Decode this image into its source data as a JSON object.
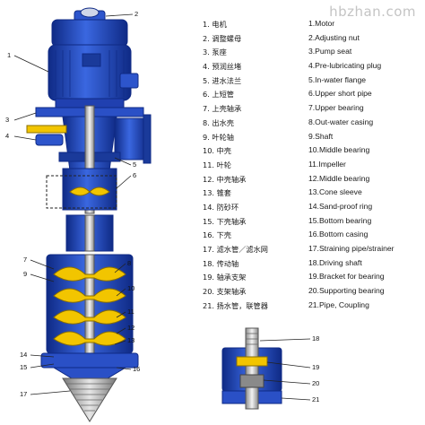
{
  "watermark": "hbzhan.com",
  "colors": {
    "blue": "#1f49c9",
    "blue_dark": "#0f2a85",
    "blue_light": "#5f8ae8",
    "yellow": "#f2c500",
    "grey": "#b8b8b8",
    "grey_dark": "#6a6a6a"
  },
  "legend": [
    {
      "num": "1",
      "cn": "电机",
      "en": "Motor"
    },
    {
      "num": "2",
      "cn": "调整螺母",
      "en": "Adjusting nut"
    },
    {
      "num": "3",
      "cn": "泵座",
      "en": "Pump seat"
    },
    {
      "num": "4",
      "cn": "预润丝堵",
      "en": "Pre-lubricating plug"
    },
    {
      "num": "5",
      "cn": "进水法兰",
      "en": "In-water flange"
    },
    {
      "num": "6",
      "cn": "上短管",
      "en": "Upper short pipe"
    },
    {
      "num": "7",
      "cn": "上壳轴承",
      "en": "Upper bearing"
    },
    {
      "num": "8",
      "cn": "出水壳",
      "en": "Out-water casing"
    },
    {
      "num": "9",
      "cn": "叶轮轴",
      "en": "Shaft"
    },
    {
      "num": "10",
      "cn": "中壳",
      "en": "Middle bearing"
    },
    {
      "num": "11",
      "cn": "叶轮",
      "en": "Impeller"
    },
    {
      "num": "12",
      "cn": "中壳轴承",
      "en": "Middle bearing"
    },
    {
      "num": "13",
      "cn": "锥套",
      "en": "Cone sleeve"
    },
    {
      "num": "14",
      "cn": "防砂环",
      "en": "Sand-proof ring"
    },
    {
      "num": "15",
      "cn": "下壳轴承",
      "en": "Bottom bearing"
    },
    {
      "num": "16",
      "cn": "下壳",
      "en": "Bottom casing"
    },
    {
      "num": "17",
      "cn": "滤水管／滤水网",
      "en": "Straining pipe/strainer"
    },
    {
      "num": "18",
      "cn": "传动轴",
      "en": "Driving shaft"
    },
    {
      "num": "19",
      "cn": "轴承支架",
      "en": "Bracket for bearing"
    },
    {
      "num": "20",
      "cn": "支架轴承",
      "en": "Supporting bearing"
    },
    {
      "num": "21",
      "cn": "扬水管，联管器",
      "en": "Pipe, Coupling"
    }
  ],
  "callouts": {
    "c1": "1",
    "c2": "2",
    "c3": "3",
    "c4": "4",
    "c5": "5",
    "c6": "6",
    "c7": "7",
    "c8": "8",
    "c9": "9",
    "c10": "10",
    "c11": "11",
    "c12": "12",
    "c13": "13",
    "c14": "14",
    "c15": "15",
    "c16": "16",
    "c17": "17",
    "c18": "18",
    "c19": "19",
    "c20": "20",
    "c21": "21"
  }
}
